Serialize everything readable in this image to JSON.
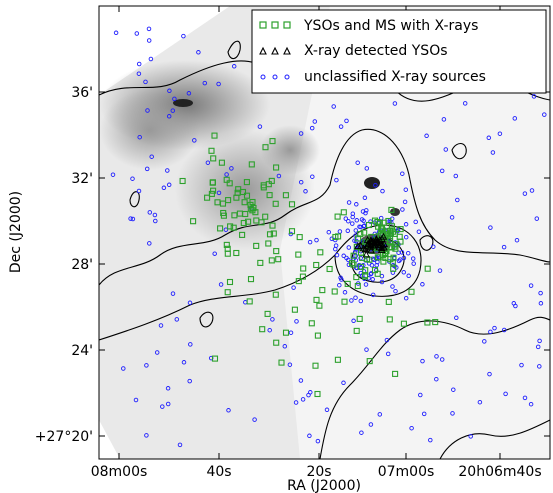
{
  "chart_data": {
    "type": "scatter",
    "title": "",
    "xlabel": "RA (J2000)",
    "ylabel": "Dec (J2000)",
    "x_tick_labels": [
      "08m00s",
      "40s",
      "20s",
      "07m00s",
      "20h06m40s"
    ],
    "y_tick_labels": [
      "+27°20'",
      "24'",
      "28'",
      "32'",
      "36'"
    ],
    "grid": false,
    "legend_position": "top-right",
    "series": [
      {
        "name": "YSOs and MS with X-rays",
        "marker": "square",
        "color": "#2ca02c"
      },
      {
        "name": "X-ray detected YSOs",
        "marker": "triangle",
        "color": "#000000"
      },
      {
        "name": "unclassified X-ray sources",
        "marker": "circle",
        "color": "#1f1fff"
      }
    ]
  }
}
